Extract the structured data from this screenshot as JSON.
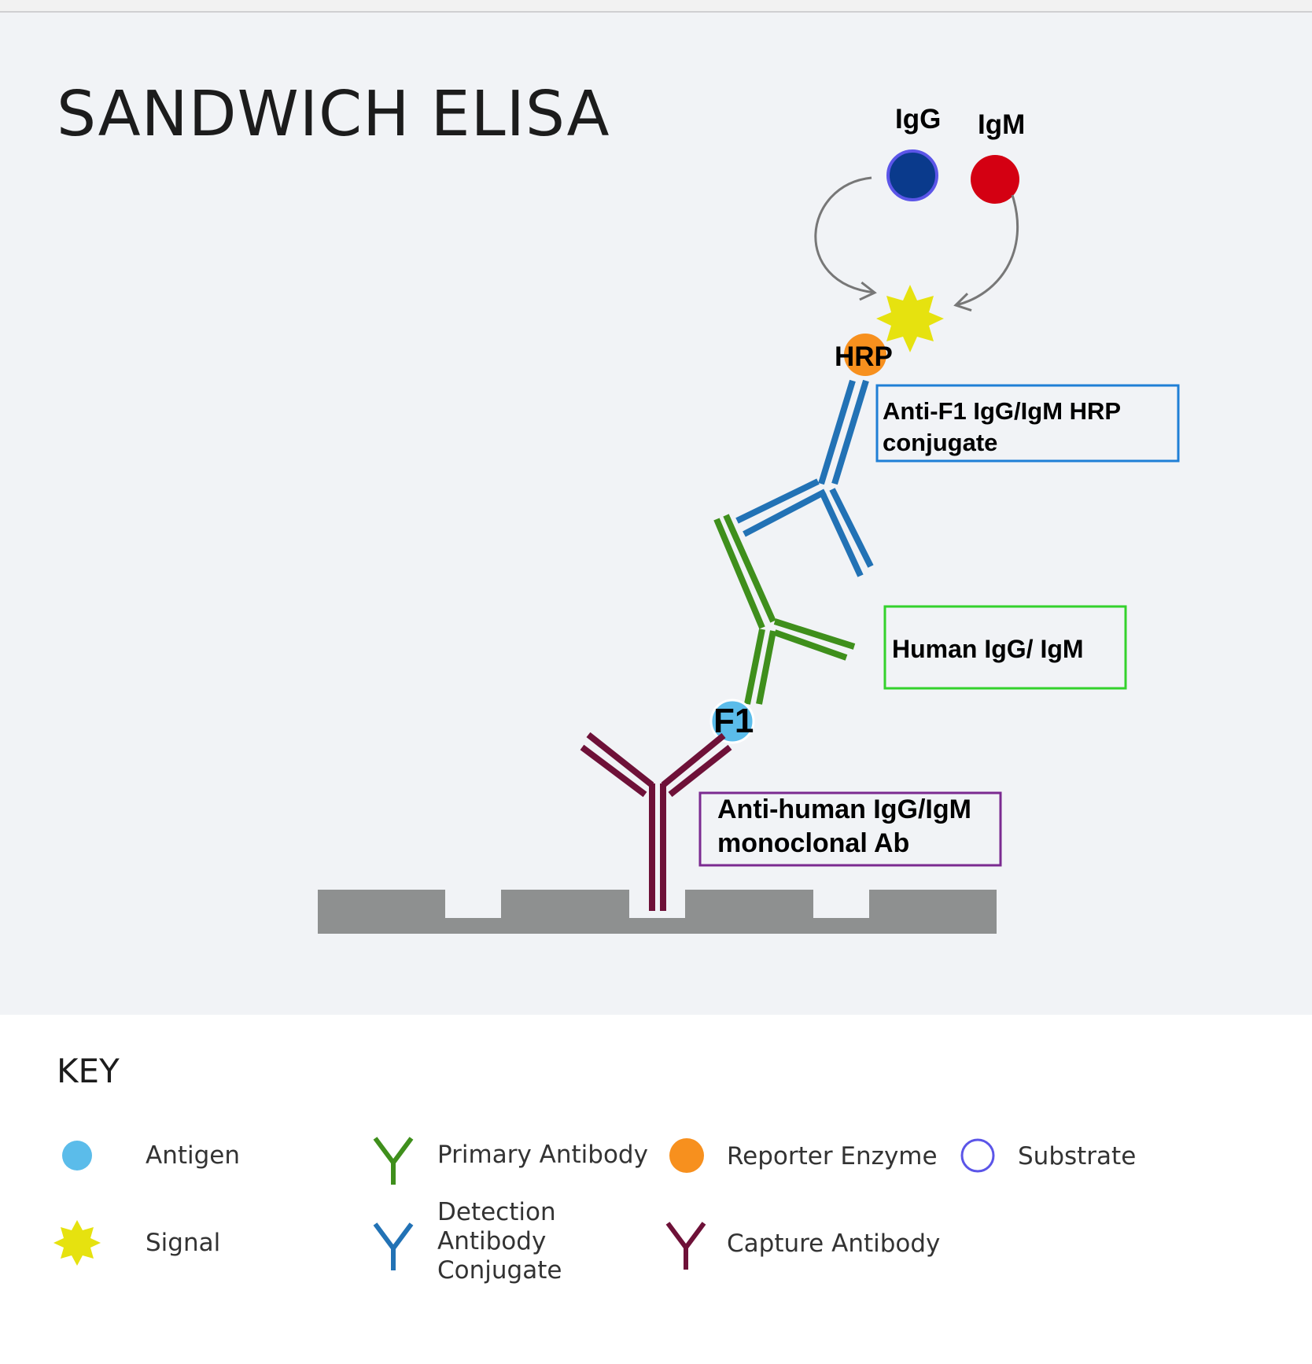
{
  "title": "SANDWICH ELISA",
  "labels": {
    "igg": "IgG",
    "igm": "IgM",
    "hrp": "HRP",
    "f1": "F1",
    "detection_box": [
      "Anti-F1 IgG/IgM HRP",
      "conjugate"
    ],
    "primary_box": "Human IgG/ IgM",
    "capture_box": [
      "Anti-human IgG/IgM",
      "monoclonal Ab"
    ]
  },
  "key": {
    "title": "KEY",
    "items": {
      "antigen": "Antigen",
      "primary": "Primary Antibody",
      "reporter": "Reporter Enzyme",
      "substrate": "Substrate",
      "signal": "Signal",
      "detection": [
        "Detection",
        "Antibody",
        "Conjugate"
      ],
      "capture": "Capture Antibody"
    }
  },
  "colors": {
    "igg": "#0a3a8c",
    "igm": "#d40012",
    "signal": "#e6e20f",
    "hrp": "#f7901e",
    "antigen": "#5bbcea",
    "detection_antibody": "#2272b5",
    "primary_antibody": "#3f8f1c",
    "capture_antibody": "#6e1138",
    "plate": "#8e9090",
    "detection_box_border": "#1f7fd6",
    "primary_box_border": "#34d22c",
    "capture_box_border": "#7b2a90"
  }
}
